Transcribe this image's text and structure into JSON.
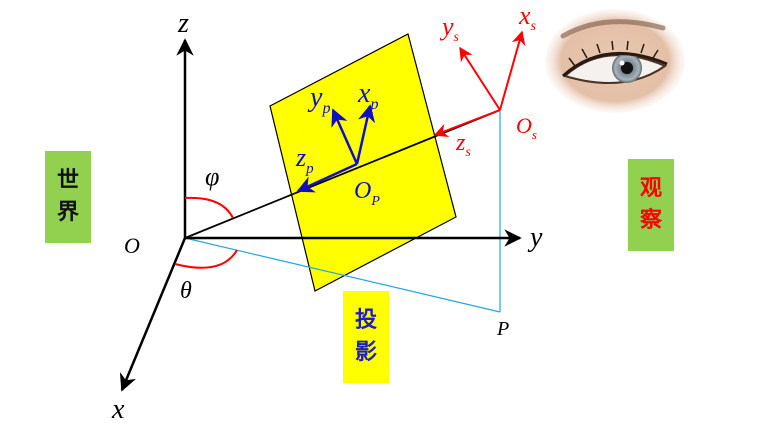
{
  "labels": {
    "z": "z",
    "y": "y",
    "x": "x",
    "origin": "O",
    "phi": "φ",
    "theta": "θ",
    "point_p": "P",
    "proj_origin_main": "O",
    "proj_origin_sub": "P",
    "proj_x_main": "x",
    "proj_x_sub": "p",
    "proj_y_main": "y",
    "proj_y_sub": "p",
    "proj_z_main": "z",
    "proj_z_sub": "p",
    "obs_origin_main": "O",
    "obs_origin_sub": "s",
    "obs_x_main": "x",
    "obs_x_sub": "s",
    "obs_y_main": "y",
    "obs_y_sub": "s",
    "obs_z_main": "z",
    "obs_z_sub": "s"
  },
  "badges": {
    "world": [
      "世",
      "界"
    ],
    "observe": [
      "观",
      "察"
    ],
    "projection": [
      "投",
      "影"
    ]
  },
  "colors": {
    "plane": "#ffff00",
    "badge_green": "#92d050",
    "observer_axes": "#ff0000",
    "projection_axes": "#1010c0",
    "projection_lines": "#20a8e0",
    "world_axes": "#000000"
  },
  "icons": {
    "eye": "eye-image"
  }
}
